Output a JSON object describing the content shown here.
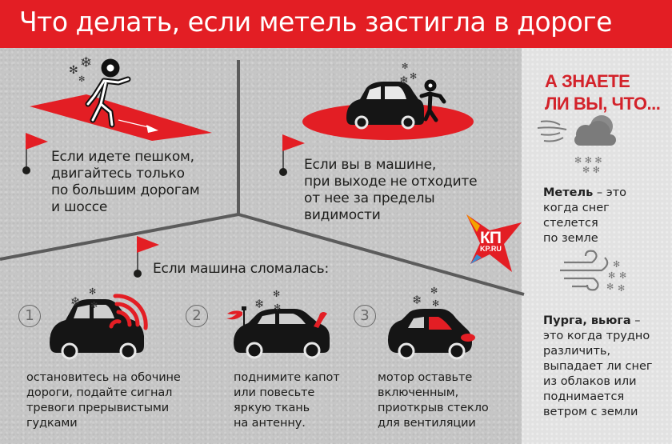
{
  "header": {
    "title": "Что делать, если метель застигла в дороге"
  },
  "tips": [
    {
      "id": "walking",
      "lines": [
        "Если идете пешком,",
        "двигайтесь только",
        "по большим дорогам",
        "и шоссе"
      ]
    },
    {
      "id": "in_car",
      "lines": [
        "Если вы в машине,",
        "при выходе не отходите",
        "от нее за пределы",
        "видимости"
      ]
    },
    {
      "id": "broken_car",
      "lines": [
        "Если машина сломалась:"
      ]
    }
  ],
  "steps": [
    {
      "number": "1",
      "lines": [
        "остановитесь на обочине",
        "дороги, подайте сигнал",
        "тревоги прерывистыми",
        "гудками"
      ]
    },
    {
      "number": "2",
      "lines": [
        "поднимите капот",
        "или повесьте",
        "яркую ткань",
        "на антенну."
      ]
    },
    {
      "number": "3",
      "lines": [
        "мотор оставьте",
        "включенным,",
        "приоткрыв стекло",
        "для вентиляции"
      ]
    }
  ],
  "sidebar": {
    "title_lines": [
      "А ЗНАЕТЕ",
      "ЛИ ВЫ, ЧТО..."
    ],
    "facts": [
      {
        "term": "Метель",
        "icon": "cloud-snow-wind-icon",
        "lines_first_suffix": " – это",
        "lines": [
          "когда снег",
          "стелется",
          "по земле"
        ]
      },
      {
        "term": "Пурга, вьюга",
        "icon": "wind-snow-icon",
        "lines_first_suffix": " –",
        "lines": [
          "это когда трудно",
          "различить,",
          "выпадает ли снег",
          "из облаков или",
          "поднимается",
          "ветром с земли"
        ]
      }
    ]
  },
  "logo": {
    "main": "КП",
    "sub": "KP.RU"
  },
  "colors": {
    "accent_red": "#e31e24",
    "title_red": "#d3222a",
    "text_dark": "#1d1d1b",
    "divider_gray": "#5a5a5a",
    "icon_gray": "#7b7b7b",
    "background": "#c6c6c6"
  }
}
